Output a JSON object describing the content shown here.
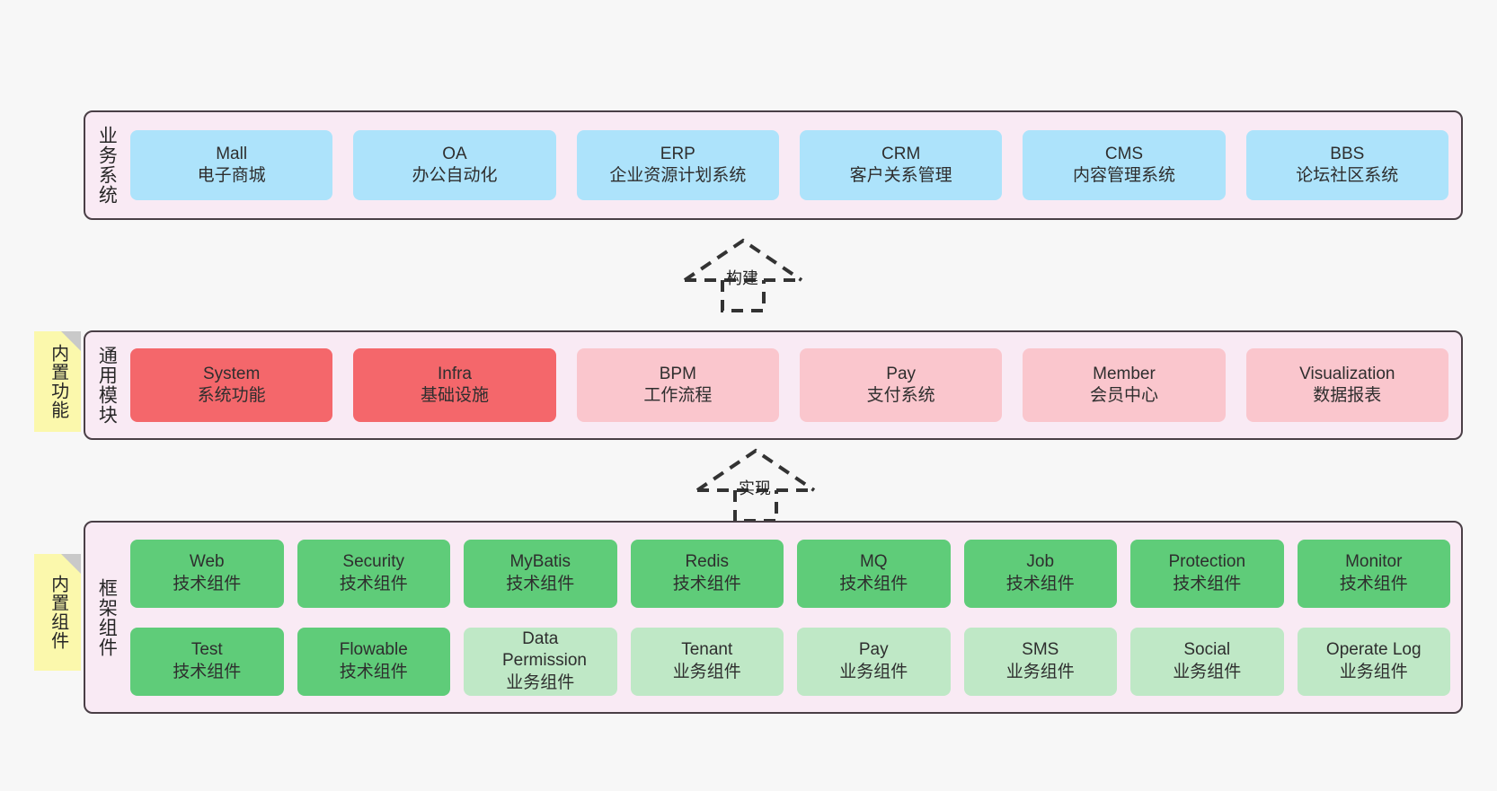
{
  "diagram": {
    "background_color": "#f7f7f7",
    "layer_fill": "#f9eaf4",
    "layer_border": "#4a3f46",
    "note_fill": "#fbf8ac",
    "colors": {
      "blue": "#ade3fb",
      "red": "#f4676b",
      "pink": "#fac6cd",
      "green": "#5fcc79",
      "light_green": "#bfe8c6"
    }
  },
  "layers": [
    {
      "id": "business-system",
      "title": "业务系统",
      "rows": [
        {
          "items": [
            {
              "title": "Mall",
              "sub": "电子商城",
              "color": "blue"
            },
            {
              "title": "OA",
              "sub": "办公自动化",
              "color": "blue"
            },
            {
              "title": "ERP",
              "sub": "企业资源计划系统",
              "color": "blue"
            },
            {
              "title": "CRM",
              "sub": "客户关系管理",
              "color": "blue"
            },
            {
              "title": "CMS",
              "sub": "内容管理系统",
              "color": "blue"
            },
            {
              "title": "BBS",
              "sub": "论坛社区系统",
              "color": "blue"
            }
          ]
        }
      ]
    },
    {
      "id": "common-module",
      "title": "通用模块",
      "note": "内置功能",
      "rows": [
        {
          "items": [
            {
              "title": "System",
              "sub": "系统功能",
              "color": "red"
            },
            {
              "title": "Infra",
              "sub": "基础设施",
              "color": "red"
            },
            {
              "title": "BPM",
              "sub": "工作流程",
              "color": "pink"
            },
            {
              "title": "Pay",
              "sub": "支付系统",
              "color": "pink"
            },
            {
              "title": "Member",
              "sub": "会员中心",
              "color": "pink"
            },
            {
              "title": "Visualization",
              "sub": "数据报表",
              "color": "pink"
            }
          ]
        }
      ]
    },
    {
      "id": "framework-component",
      "title": "框架组件",
      "note": "内置组件",
      "rows": [
        {
          "items": [
            {
              "title": "Web",
              "sub": "技术组件",
              "color": "green"
            },
            {
              "title": "Security",
              "sub": "技术组件",
              "color": "green"
            },
            {
              "title": "MyBatis",
              "sub": "技术组件",
              "color": "green"
            },
            {
              "title": "Redis",
              "sub": "技术组件",
              "color": "green"
            },
            {
              "title": "MQ",
              "sub": "技术组件",
              "color": "green"
            },
            {
              "title": "Job",
              "sub": "技术组件",
              "color": "green"
            },
            {
              "title": "Protection",
              "sub": "技术组件",
              "color": "green"
            },
            {
              "title": "Monitor",
              "sub": "技术组件",
              "color": "green"
            }
          ]
        },
        {
          "items": [
            {
              "title": "Test",
              "sub": "技术组件",
              "color": "green"
            },
            {
              "title": "Flowable",
              "sub": "技术组件",
              "color": "green"
            },
            {
              "title": "Data Permission",
              "sub": "业务组件",
              "color": "light_green"
            },
            {
              "title": "Tenant",
              "sub": "业务组件",
              "color": "light_green"
            },
            {
              "title": "Pay",
              "sub": "业务组件",
              "color": "light_green"
            },
            {
              "title": "SMS",
              "sub": "业务组件",
              "color": "light_green"
            },
            {
              "title": "Social",
              "sub": "业务组件",
              "color": "light_green"
            },
            {
              "title": "Operate Log",
              "sub": "业务组件",
              "color": "light_green"
            }
          ]
        }
      ]
    }
  ],
  "connectors": [
    {
      "id": "build",
      "label": "构建"
    },
    {
      "id": "implement",
      "label": "实现"
    }
  ]
}
